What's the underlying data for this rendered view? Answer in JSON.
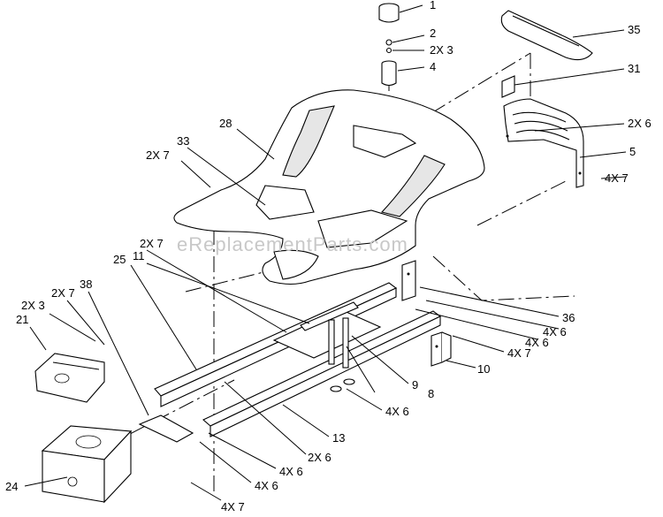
{
  "watermark": "eReplacementParts.com",
  "callouts": [
    {
      "id": "c1",
      "text": "1"
    },
    {
      "id": "c2",
      "text": "2"
    },
    {
      "id": "c2x3a",
      "text": "2X 3"
    },
    {
      "id": "c4",
      "text": "4"
    },
    {
      "id": "c35",
      "text": "35"
    },
    {
      "id": "c31",
      "text": "31"
    },
    {
      "id": "c28",
      "text": "28"
    },
    {
      "id": "c2x6a",
      "text": "2X 6"
    },
    {
      "id": "c5",
      "text": "5"
    },
    {
      "id": "c4x7a",
      "text": "4X 7"
    },
    {
      "id": "c2x7a",
      "text": "2X 7"
    },
    {
      "id": "c33",
      "text": "33"
    },
    {
      "id": "c2x7b",
      "text": "2X 7"
    },
    {
      "id": "c25",
      "text": "25"
    },
    {
      "id": "c11",
      "text": "11"
    },
    {
      "id": "c2x3b",
      "text": "2X 3"
    },
    {
      "id": "c2x7c",
      "text": "2X 7"
    },
    {
      "id": "c38",
      "text": "38"
    },
    {
      "id": "c21",
      "text": "21"
    },
    {
      "id": "c36",
      "text": "36"
    },
    {
      "id": "c4x6a",
      "text": "4X 6"
    },
    {
      "id": "c4x6b",
      "text": "4X 6"
    },
    {
      "id": "c4x7b",
      "text": "4X 7"
    },
    {
      "id": "c10",
      "text": "10"
    },
    {
      "id": "c9",
      "text": "9"
    },
    {
      "id": "c8",
      "text": "8"
    },
    {
      "id": "c4x6c",
      "text": "4X 6"
    },
    {
      "id": "c13",
      "text": "13"
    },
    {
      "id": "c2x6b",
      "text": "2X 6"
    },
    {
      "id": "c4x6d",
      "text": "4X 6"
    },
    {
      "id": "c4x6e",
      "text": "4X 6"
    },
    {
      "id": "c24",
      "text": "24"
    },
    {
      "id": "c4x7c",
      "text": "4X 7"
    }
  ]
}
